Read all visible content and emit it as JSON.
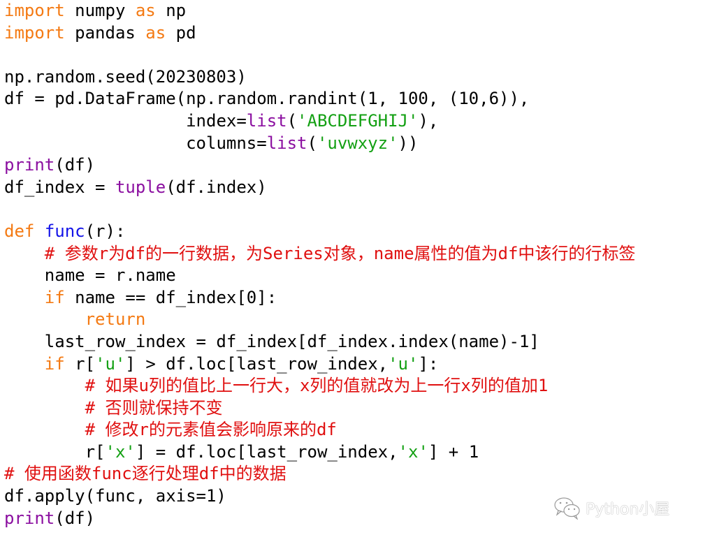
{
  "code": {
    "lines": [
      {
        "indent": 0,
        "tokens": [
          {
            "t": "import",
            "c": "kw"
          },
          {
            "t": " numpy ",
            "c": ""
          },
          {
            "t": "as",
            "c": "kw"
          },
          {
            "t": " np",
            "c": ""
          }
        ]
      },
      {
        "indent": 0,
        "tokens": [
          {
            "t": "import",
            "c": "kw"
          },
          {
            "t": " pandas ",
            "c": ""
          },
          {
            "t": "as",
            "c": "kw"
          },
          {
            "t": " pd",
            "c": ""
          }
        ]
      },
      {
        "indent": 0,
        "tokens": []
      },
      {
        "indent": 0,
        "tokens": [
          {
            "t": "np.random.seed(20230803)",
            "c": ""
          }
        ]
      },
      {
        "indent": 0,
        "tokens": [
          {
            "t": "df = pd.DataFrame(np.random.randint(1, 100, (10,6)),",
            "c": ""
          }
        ]
      },
      {
        "indent": 18,
        "tokens": [
          {
            "t": "index=",
            "c": ""
          },
          {
            "t": "list",
            "c": "bi"
          },
          {
            "t": "(",
            "c": ""
          },
          {
            "t": "'ABCDEFGHIJ'",
            "c": "st"
          },
          {
            "t": "),",
            "c": ""
          }
        ]
      },
      {
        "indent": 18,
        "tokens": [
          {
            "t": "columns=",
            "c": ""
          },
          {
            "t": "list",
            "c": "bi"
          },
          {
            "t": "(",
            "c": ""
          },
          {
            "t": "'uvwxyz'",
            "c": "st"
          },
          {
            "t": "))",
            "c": ""
          }
        ]
      },
      {
        "indent": 0,
        "tokens": [
          {
            "t": "print",
            "c": "bi"
          },
          {
            "t": "(df)",
            "c": ""
          }
        ]
      },
      {
        "indent": 0,
        "tokens": [
          {
            "t": "df_index = ",
            "c": ""
          },
          {
            "t": "tuple",
            "c": "bi"
          },
          {
            "t": "(df.index)",
            "c": ""
          }
        ]
      },
      {
        "indent": 0,
        "tokens": []
      },
      {
        "indent": 0,
        "tokens": [
          {
            "t": "def",
            "c": "kw"
          },
          {
            "t": " ",
            "c": ""
          },
          {
            "t": "func",
            "c": "fn"
          },
          {
            "t": "(r):",
            "c": ""
          }
        ]
      },
      {
        "indent": 4,
        "tokens": [
          {
            "t": "# 参数r为df的一行数据，为Series对象，name属性的值为df中该行的行标签",
            "c": "cm"
          }
        ]
      },
      {
        "indent": 4,
        "tokens": [
          {
            "t": "name = r.name",
            "c": ""
          }
        ]
      },
      {
        "indent": 4,
        "tokens": [
          {
            "t": "if",
            "c": "kw"
          },
          {
            "t": " name == df_index[0]:",
            "c": ""
          }
        ]
      },
      {
        "indent": 8,
        "tokens": [
          {
            "t": "return",
            "c": "kw"
          }
        ]
      },
      {
        "indent": 4,
        "tokens": [
          {
            "t": "last_row_index = df_index[df_index.index(name)-1]",
            "c": ""
          }
        ]
      },
      {
        "indent": 4,
        "tokens": [
          {
            "t": "if",
            "c": "kw"
          },
          {
            "t": " r[",
            "c": ""
          },
          {
            "t": "'u'",
            "c": "st"
          },
          {
            "t": "] > df.loc[last_row_index,",
            "c": ""
          },
          {
            "t": "'u'",
            "c": "st"
          },
          {
            "t": "]:",
            "c": ""
          }
        ]
      },
      {
        "indent": 8,
        "tokens": [
          {
            "t": "# 如果u列的值比上一行大，x列的值就改为上一行x列的值加1",
            "c": "cm"
          }
        ]
      },
      {
        "indent": 8,
        "tokens": [
          {
            "t": "# 否则就保持不变",
            "c": "cm"
          }
        ]
      },
      {
        "indent": 8,
        "tokens": [
          {
            "t": "# 修改r的元素值会影响原来的df",
            "c": "cm"
          }
        ]
      },
      {
        "indent": 8,
        "tokens": [
          {
            "t": "r[",
            "c": ""
          },
          {
            "t": "'x'",
            "c": "st"
          },
          {
            "t": "] = df.loc[last_row_index,",
            "c": ""
          },
          {
            "t": "'x'",
            "c": "st"
          },
          {
            "t": "] + 1",
            "c": ""
          }
        ]
      },
      {
        "indent": 0,
        "tokens": [
          {
            "t": "# 使用函数func逐行处理df中的数据",
            "c": "cm"
          }
        ]
      },
      {
        "indent": 0,
        "tokens": [
          {
            "t": "df.apply(func, axis=1)",
            "c": ""
          }
        ]
      },
      {
        "indent": 0,
        "tokens": [
          {
            "t": "print",
            "c": "bi"
          },
          {
            "t": "(df)",
            "c": ""
          }
        ]
      }
    ]
  },
  "colors": {
    "keyword": "#f47a13",
    "builtin": "#8b0fa0",
    "function_name": "#1313e8",
    "string": "#13a013",
    "comment": "#e01010",
    "default": "#000000"
  },
  "watermark": {
    "icon": "wechat-icon",
    "text": "Python小屋"
  }
}
